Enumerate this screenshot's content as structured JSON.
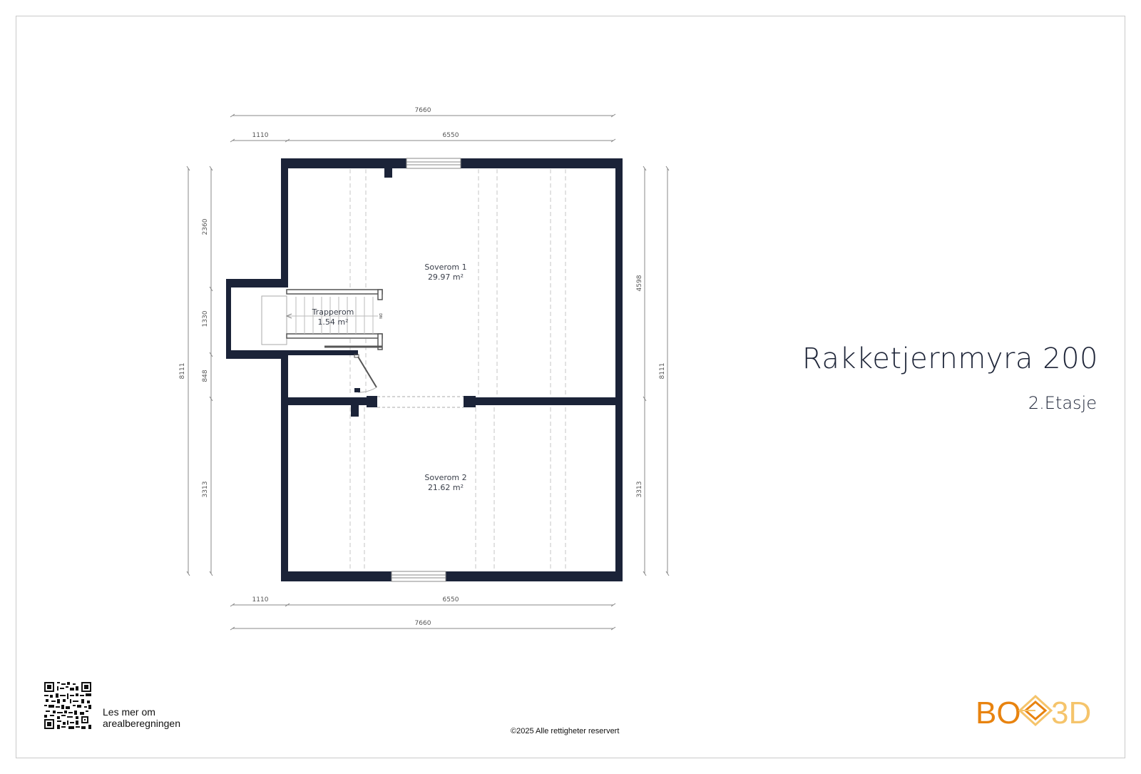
{
  "header": {
    "title": "Rakketjernmyra 200",
    "floor": "2.Etasje"
  },
  "rooms": [
    {
      "name": "Soverom 1",
      "area": "29.97 m²"
    },
    {
      "name": "Trapperom",
      "area": "1.54 m²"
    },
    {
      "name": "Soverom 2",
      "area": "21.62 m²"
    }
  ],
  "dimensions": {
    "top_total": "7660",
    "top_left": "1110",
    "top_right": "6550",
    "bottom_left": "1110",
    "bottom_right": "6550",
    "bottom_total": "7660",
    "left_total": "8111",
    "left_1": "2360",
    "left_2": "1330",
    "left_3": "848",
    "left_4": "3313",
    "right_upper": "4598",
    "right_lower": "3313",
    "right_total": "8111"
  },
  "stairs": {
    "direction_label": "DN"
  },
  "footer": {
    "qr_label_line1": "Les mer om",
    "qr_label_line2": "arealberegningen",
    "copyright": "©2025 Alle rettigheter reservert",
    "logo_left": "BO",
    "logo_right": "3D"
  },
  "colors": {
    "wall": "#1b2338",
    "logo_orange": "#e8830f",
    "logo_yellow": "#f5c46b",
    "title": "#1e2538"
  }
}
